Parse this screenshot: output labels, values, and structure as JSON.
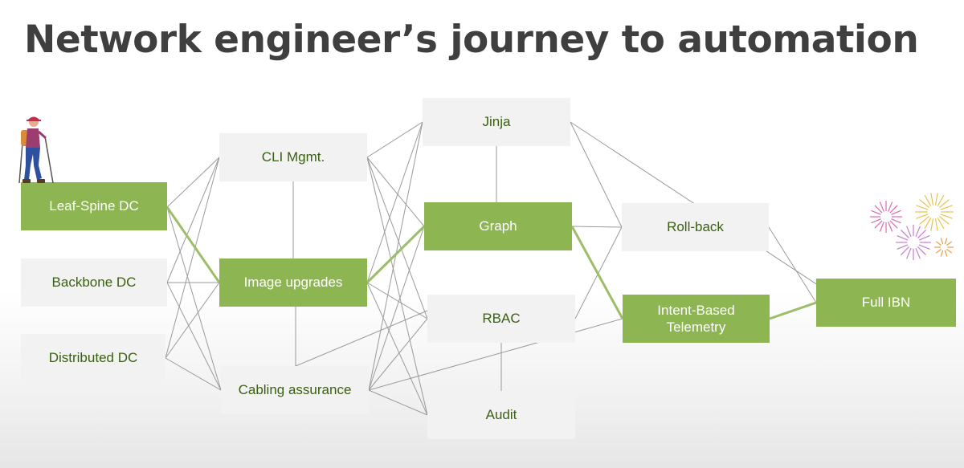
{
  "slide": {
    "title": "Network engineer’s journey to automation"
  },
  "colors": {
    "highlight_fill": "#8db551",
    "box_fill": "#f2f2f2",
    "label_green": "#3a5f12",
    "path_line": "#9dbd66",
    "edge_line": "#9a9a9a"
  },
  "nodes": {
    "leaf_spine": "Leaf-Spine DC",
    "backbone": "Backbone DC",
    "distributed": "Distributed DC",
    "cli": "CLI Mgmt.",
    "image": "Image upgrades",
    "cabling": "Cabling assurance",
    "jinja": "Jinja",
    "graph": "Graph",
    "rbac": "RBAC",
    "audit": "Audit",
    "rollback": "Roll-back",
    "ibt": "Intent-Based\nTelemetry",
    "full_ibn": "Full IBN"
  },
  "highlighted_path": [
    "Leaf-Spine DC",
    "Image upgrades",
    "Graph",
    "Intent-Based Telemetry",
    "Full IBN"
  ],
  "icons": {
    "start": "hiker-icon",
    "finish": "fireworks-icon"
  }
}
